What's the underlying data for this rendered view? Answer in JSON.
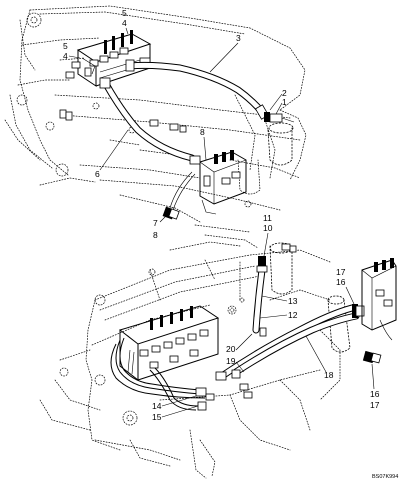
{
  "diagram": {
    "reference_code": "BS07K994",
    "upper_assembly": {
      "callouts": [
        "5",
        "4",
        "5",
        "4",
        "3",
        "2",
        "1",
        "6",
        "8",
        "7",
        "8"
      ]
    },
    "lower_assembly": {
      "callouts": [
        "11",
        "10",
        "17",
        "16",
        "13",
        "12",
        "20",
        "19",
        "18",
        "14",
        "15",
        "16",
        "17"
      ]
    }
  }
}
